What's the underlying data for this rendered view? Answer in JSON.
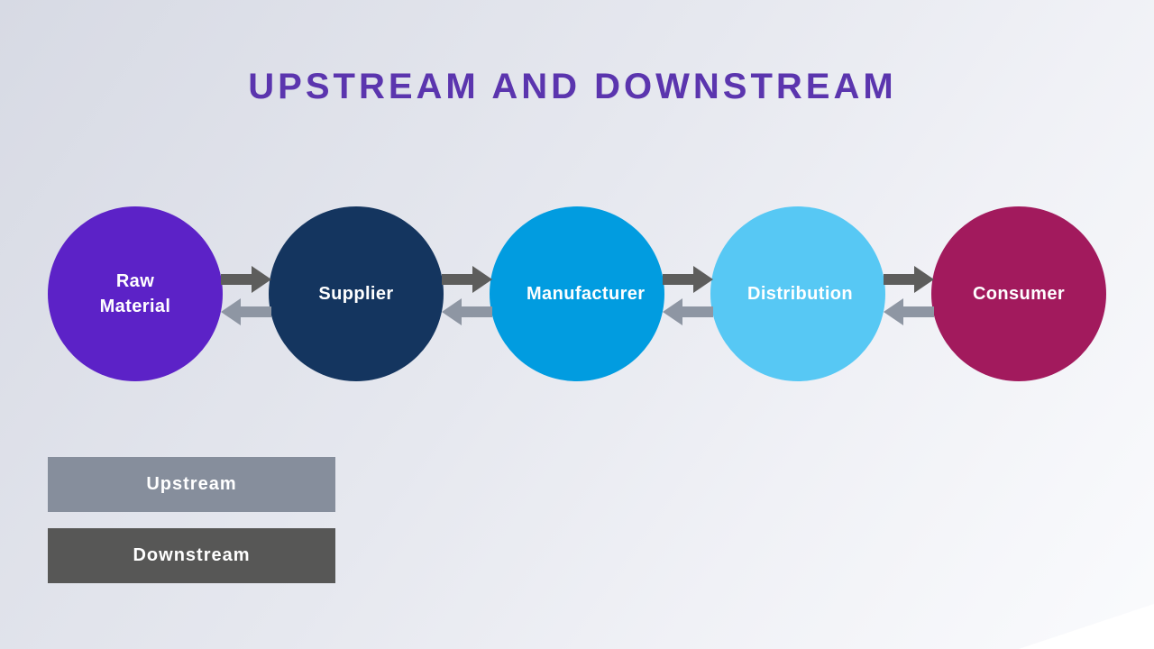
{
  "title": "UPSTREAM AND DOWNSTREAM",
  "colors": {
    "title": "#5b35ae",
    "downstream_arrow": "#5d5d5c",
    "upstream_arrow": "#8e96a3"
  },
  "nodes": [
    {
      "label": "Raw Material",
      "color": "#5c22c7"
    },
    {
      "label": "Supplier",
      "color": "#14355f"
    },
    {
      "label": "Manufacturer",
      "color": "#019ce0"
    },
    {
      "label": "Distribution",
      "color": "#57c8f4"
    },
    {
      "label": "Consumer",
      "color": "#a21a5d"
    }
  ],
  "legend": [
    {
      "label": "Upstream",
      "color": "#868e9c"
    },
    {
      "label": "Downstream",
      "color": "#575756"
    }
  ]
}
